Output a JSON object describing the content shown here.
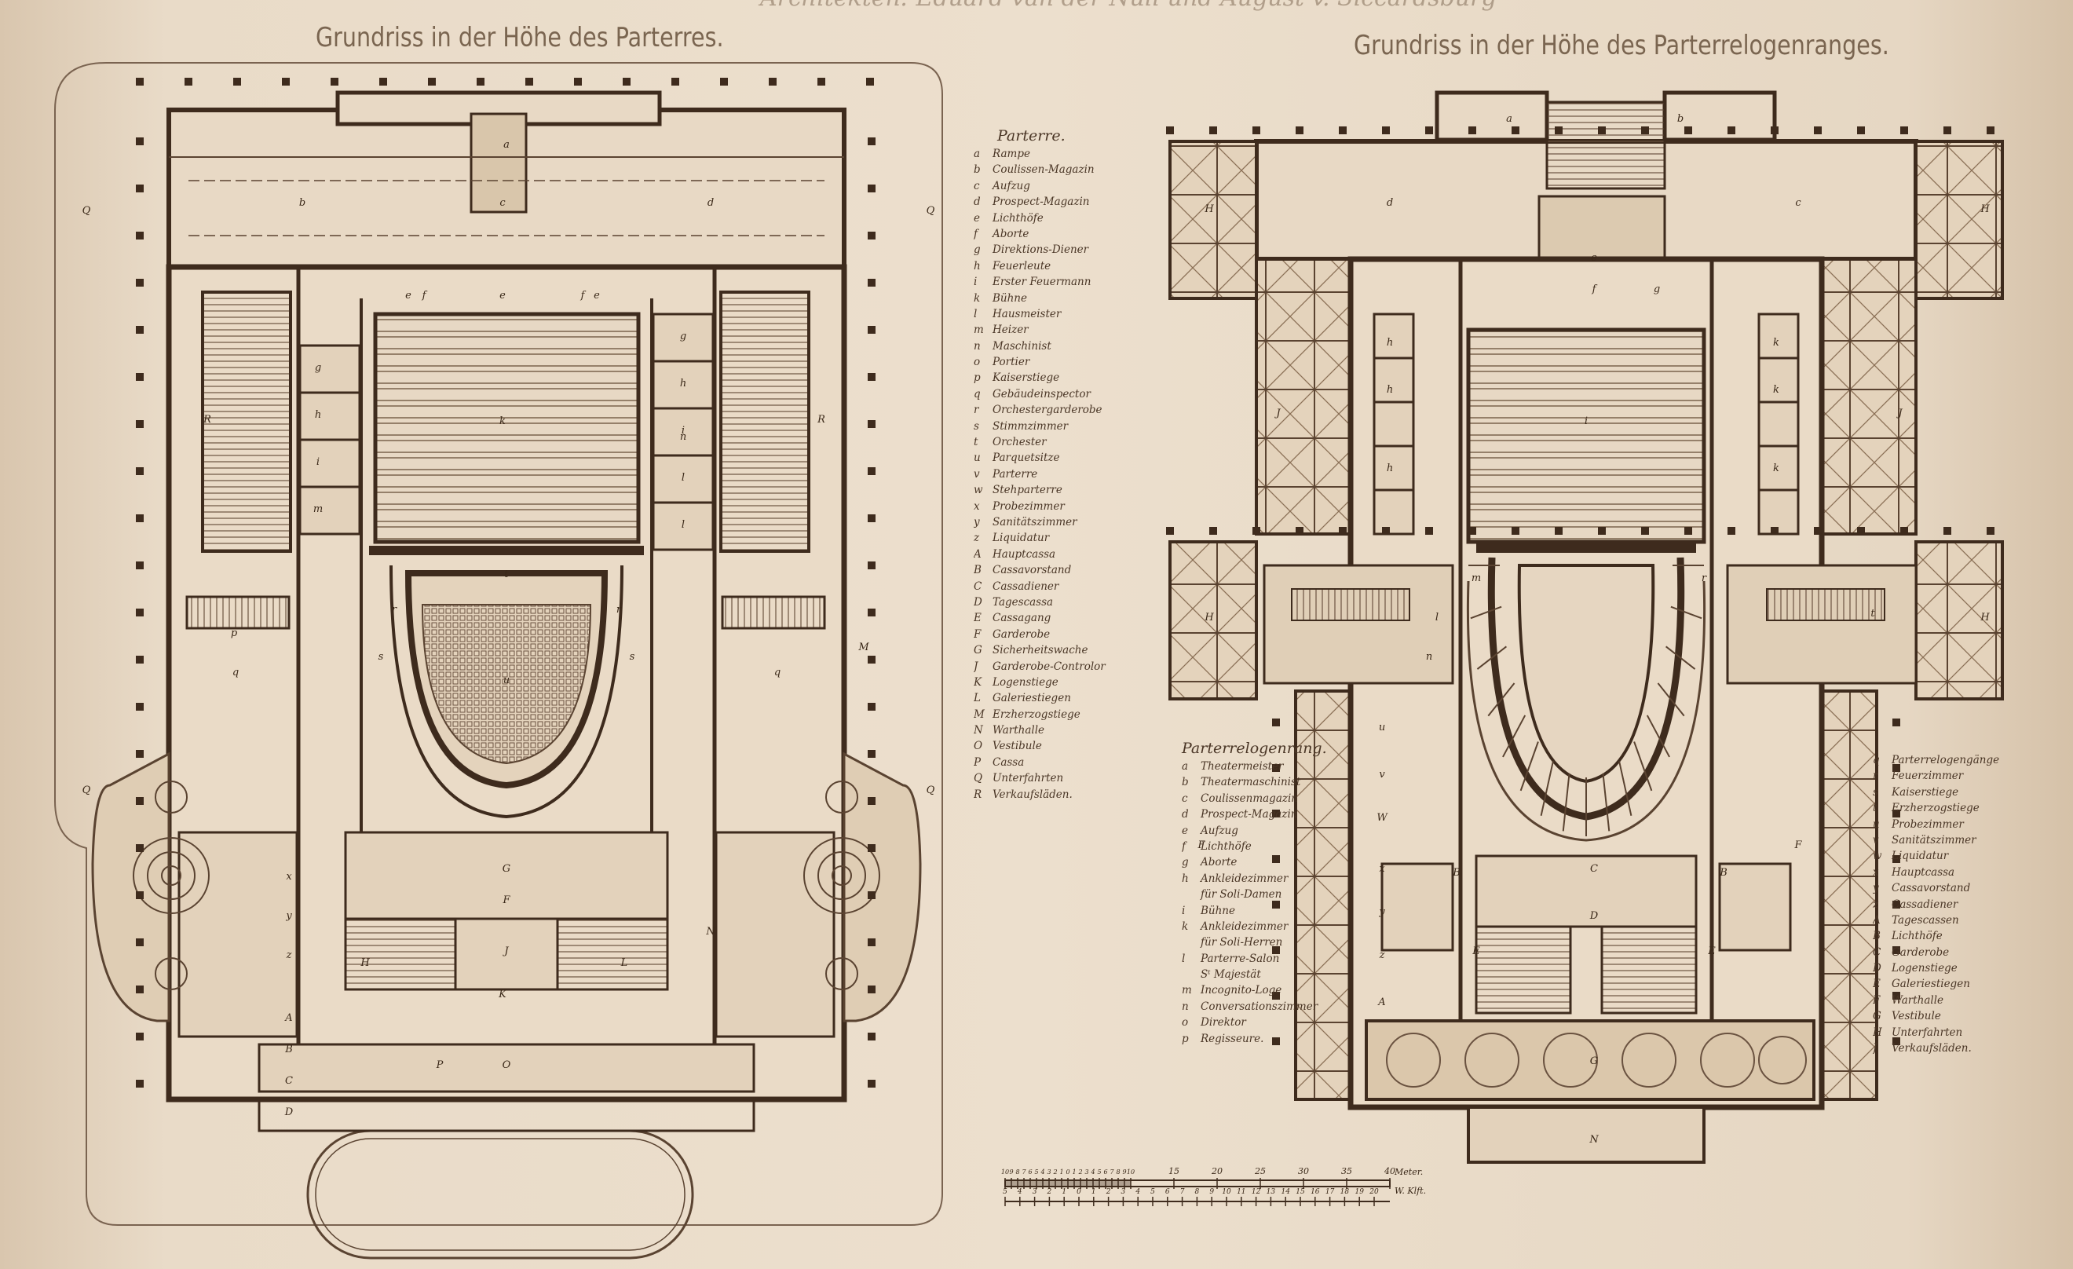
{
  "header_cut": "Architekten: Eduard van der Nüll und August v. Siccardsburg",
  "plan_left_title": "Grundriss in der Höhe des Parterres.",
  "plan_right_title": "Grundriss in der Höhe des Parterrelogenranges.",
  "legend_parterre": {
    "title": "Parterre.",
    "items": [
      {
        "key": "a",
        "label": "Rampe"
      },
      {
        "key": "b",
        "label": "Coulissen-Magazin"
      },
      {
        "key": "c",
        "label": "Aufzug"
      },
      {
        "key": "d",
        "label": "Prospect-Magazin"
      },
      {
        "key": "e",
        "label": "Lichthöfe"
      },
      {
        "key": "f",
        "label": "Aborte"
      },
      {
        "key": "g",
        "label": "Direktions-Diener"
      },
      {
        "key": "h",
        "label": "Feuerleute"
      },
      {
        "key": "i",
        "label": "Erster Feuermann"
      },
      {
        "key": "k",
        "label": "Bühne"
      },
      {
        "key": "l",
        "label": "Hausmeister"
      },
      {
        "key": "m",
        "label": "Heizer"
      },
      {
        "key": "n",
        "label": "Maschinist"
      },
      {
        "key": "o",
        "label": "Portier"
      },
      {
        "key": "p",
        "label": "Kaiserstiege"
      },
      {
        "key": "q",
        "label": "Gebäudeinspector"
      },
      {
        "key": "r",
        "label": "Orchestergarderobe"
      },
      {
        "key": "s",
        "label": "Stimmzimmer"
      },
      {
        "key": "t",
        "label": "Orchester"
      },
      {
        "key": "u",
        "label": "Parquetsitze"
      },
      {
        "key": "v",
        "label": "Parterre"
      },
      {
        "key": "w",
        "label": "Stehparterre"
      },
      {
        "key": "x",
        "label": "Probezimmer"
      },
      {
        "key": "y",
        "label": "Sanitätszimmer"
      },
      {
        "key": "z",
        "label": "Liquidatur"
      },
      {
        "key": "A",
        "label": "Hauptcassa"
      },
      {
        "key": "B",
        "label": "Cassavorstand"
      },
      {
        "key": "C",
        "label": "Cassadiener"
      },
      {
        "key": "D",
        "label": "Tagescassa"
      },
      {
        "key": "E",
        "label": "Cassagang"
      },
      {
        "key": "F",
        "label": "Garderobe"
      },
      {
        "key": "G",
        "label": "Sicherheitswache"
      },
      {
        "key": "J",
        "label": "Garderobe-Controlor"
      },
      {
        "key": "K",
        "label": "Logenstiege"
      },
      {
        "key": "L",
        "label": "Galeriestiegen"
      },
      {
        "key": "M",
        "label": "Erzherzogstiege"
      },
      {
        "key": "N",
        "label": "Warthalle"
      },
      {
        "key": "O",
        "label": "Vestibule"
      },
      {
        "key": "P",
        "label": "Cassa"
      },
      {
        "key": "Q",
        "label": "Unterfahrten"
      },
      {
        "key": "R",
        "label": "Verkaufsläden."
      }
    ]
  },
  "legend_logen_left": {
    "title": "Parterrelogenrang.",
    "items": [
      {
        "key": "a",
        "label": "Theatermeister"
      },
      {
        "key": "b",
        "label": "Theatermaschinist"
      },
      {
        "key": "c",
        "label": "Coulissenmagazin"
      },
      {
        "key": "d",
        "label": "Prospect-Magazin"
      },
      {
        "key": "e",
        "label": "Aufzug"
      },
      {
        "key": "f",
        "label": "Lichthöfe"
      },
      {
        "key": "g",
        "label": "Aborte"
      },
      {
        "key": "h",
        "label": "Ankleidezimmer"
      },
      {
        "key": "",
        "label": "für Soli-Damen"
      },
      {
        "key": "i",
        "label": "Bühne"
      },
      {
        "key": "k",
        "label": "Ankleidezimmer"
      },
      {
        "key": "",
        "label": "für Soli-Herren"
      },
      {
        "key": "l",
        "label": "Parterre-Salon"
      },
      {
        "key": "",
        "label": "Sᵗ Majestät"
      },
      {
        "key": "m",
        "label": "Incognito-Loge"
      },
      {
        "key": "n",
        "label": "Conversationszimmer"
      },
      {
        "key": "o",
        "label": "Direktor"
      },
      {
        "key": "p",
        "label": "Regisseure."
      }
    ]
  },
  "legend_logen_right": {
    "items": [
      {
        "key": "q",
        "label": "Parterrelogengänge"
      },
      {
        "key": "r",
        "label": "Feuerzimmer"
      },
      {
        "key": "s",
        "label": "Kaiserstiege"
      },
      {
        "key": "t",
        "label": "Erzherzogstiege"
      },
      {
        "key": "u",
        "label": "Probezimmer"
      },
      {
        "key": "v",
        "label": "Sanitätszimmer"
      },
      {
        "key": "w",
        "label": "Liquidatur"
      },
      {
        "key": "x",
        "label": "Hauptcassa"
      },
      {
        "key": "y",
        "label": "Cassavorstand"
      },
      {
        "key": "z",
        "label": "Cassadiener"
      },
      {
        "key": "A",
        "label": "Tagescassen"
      },
      {
        "key": "B",
        "label": "Lichthöfe"
      },
      {
        "key": "C",
        "label": "Garderobe"
      },
      {
        "key": "D",
        "label": "Logenstiege"
      },
      {
        "key": "E",
        "label": "Galeriestiegen"
      },
      {
        "key": "F",
        "label": "Warthalle"
      },
      {
        "key": "G",
        "label": "Vestibule"
      },
      {
        "key": "H",
        "label": "Unterfahrten"
      },
      {
        "key": "J",
        "label": "Verkaufsläden."
      }
    ]
  },
  "scale_bar": {
    "meter_unit": "Meter.",
    "klafter_unit": "W. Klft.",
    "meter_ticks": [
      "10",
      "9",
      "8",
      "7",
      "6",
      "5",
      "4",
      "3",
      "2",
      "1",
      "0",
      "1",
      "2",
      "3",
      "4",
      "5",
      "6",
      "7",
      "8",
      "9",
      "10",
      "15",
      "20",
      "25",
      "30",
      "35",
      "40"
    ],
    "klafter_ticks": [
      "5",
      "4",
      "3",
      "2",
      "1",
      "0",
      "1",
      "2",
      "3",
      "4",
      "5",
      "6",
      "7",
      "8",
      "9",
      "10",
      "11",
      "12",
      "13",
      "14",
      "15",
      "16",
      "17",
      "18",
      "19",
      "20"
    ]
  },
  "plan_left_labels": [
    {
      "t": "a"
    },
    {
      "t": "b"
    },
    {
      "t": "c"
    },
    {
      "t": "d"
    },
    {
      "t": "e"
    },
    {
      "t": "e"
    },
    {
      "t": "e"
    },
    {
      "t": "f"
    },
    {
      "t": "f"
    },
    {
      "t": "g"
    },
    {
      "t": "h"
    },
    {
      "t": "i"
    },
    {
      "t": "g"
    },
    {
      "t": "h"
    },
    {
      "t": "i"
    },
    {
      "t": "l"
    },
    {
      "t": "l"
    },
    {
      "t": "m"
    },
    {
      "t": "n"
    },
    {
      "t": "k"
    },
    {
      "t": "t"
    },
    {
      "t": "u"
    },
    {
      "t": "r"
    },
    {
      "t": "s"
    },
    {
      "t": "r"
    },
    {
      "t": "s"
    },
    {
      "t": "p"
    },
    {
      "t": "q"
    },
    {
      "t": "q"
    },
    {
      "t": "M"
    },
    {
      "t": "x"
    },
    {
      "t": "y"
    },
    {
      "t": "z"
    },
    {
      "t": "A"
    },
    {
      "t": "B"
    },
    {
      "t": "C"
    },
    {
      "t": "D"
    },
    {
      "t": "N"
    },
    {
      "t": "G"
    },
    {
      "t": "F"
    },
    {
      "t": "J"
    },
    {
      "t": "K"
    },
    {
      "t": "H"
    },
    {
      "t": "L"
    },
    {
      "t": "O"
    },
    {
      "t": "P"
    },
    {
      "t": "R"
    },
    {
      "t": "R"
    },
    {
      "t": "Q"
    },
    {
      "t": "Q"
    },
    {
      "t": "Q"
    },
    {
      "t": "Q"
    }
  ],
  "plan_right_labels": [
    {
      "t": "a"
    },
    {
      "t": "b"
    },
    {
      "t": "d"
    },
    {
      "t": "c"
    },
    {
      "t": "e"
    },
    {
      "t": "f"
    },
    {
      "t": "g"
    },
    {
      "t": "i"
    },
    {
      "t": "h"
    },
    {
      "t": "h"
    },
    {
      "t": "h"
    },
    {
      "t": "k"
    },
    {
      "t": "k"
    },
    {
      "t": "k"
    },
    {
      "t": "J"
    },
    {
      "t": "J"
    },
    {
      "t": "H"
    },
    {
      "t": "H"
    },
    {
      "t": "H"
    },
    {
      "t": "H"
    },
    {
      "t": "m"
    },
    {
      "t": "l"
    },
    {
      "t": "n"
    },
    {
      "t": "r"
    },
    {
      "t": "t"
    },
    {
      "t": "u"
    },
    {
      "t": "v"
    },
    {
      "t": "W"
    },
    {
      "t": "x"
    },
    {
      "t": "y"
    },
    {
      "t": "z"
    },
    {
      "t": "A"
    },
    {
      "t": "B"
    },
    {
      "t": "B"
    },
    {
      "t": "C"
    },
    {
      "t": "D"
    },
    {
      "t": "E"
    },
    {
      "t": "E"
    },
    {
      "t": "F"
    },
    {
      "t": "F"
    },
    {
      "t": "G"
    },
    {
      "t": "N"
    }
  ],
  "colors": {
    "paper": "#ecdfcd",
    "ink": "#4a3626",
    "wall": "#3e2b1d",
    "wash": "#d8c3a6"
  }
}
